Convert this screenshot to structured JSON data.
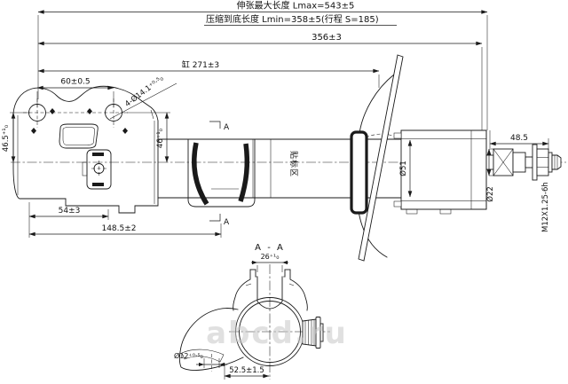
{
  "drawing": {
    "header": {
      "lmax": "伸张最大长度 Lmax=543±5",
      "lmin": "压缩到底长度 Lmin=358±5(行程 S=185)"
    },
    "dims": {
      "overall": "356±3",
      "body": "缸 271±3",
      "hole_spacing": "60±0.5",
      "holes": "4-Ø14.1⁺⁰·⁵₀",
      "height_left": "46.5⁺¹₀",
      "height_right": "46⁺¹₀",
      "flange": "54±3",
      "bracket_len": "148.5±2",
      "tube_dia": "Ø51",
      "rod_len": "48.5",
      "seat_dia": "Ø22",
      "thread": "M12X1.25-6h"
    },
    "section": {
      "mark": "A",
      "title": "A - A",
      "gap": "26⁺¹₀",
      "offset": "52.5±1.5",
      "hole": "Ø12⁺⁰·⁵₀"
    },
    "tube_marking": "贴标区",
    "watermark": "abcd.ru",
    "colors": {
      "line": "#1a1a1a",
      "background": "#ffffff",
      "watermark": "#c8c8c8"
    }
  }
}
